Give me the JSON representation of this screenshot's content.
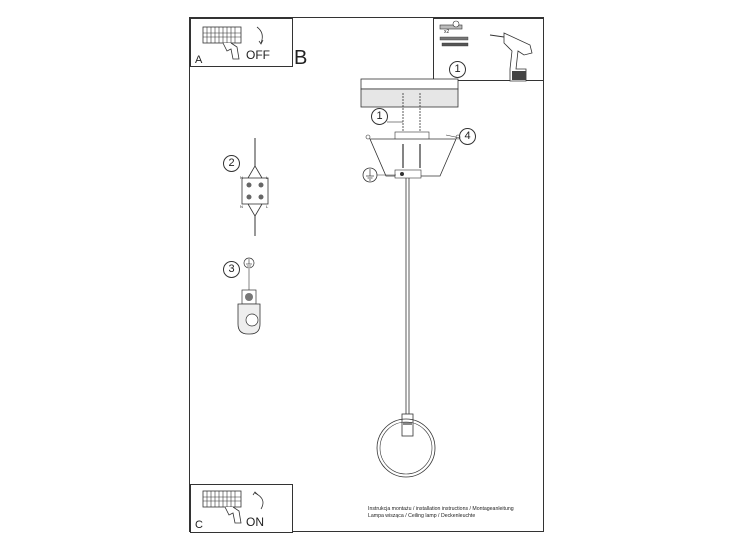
{
  "step_a": {
    "letter": "A",
    "state": "OFF"
  },
  "step_b": {
    "letter": "B"
  },
  "step_c": {
    "letter": "C",
    "state": "ON"
  },
  "tools_box": {
    "step_number": "1",
    "qty_label": "x2"
  },
  "callouts": {
    "screw": "1",
    "wire": "2",
    "ground": "3",
    "cap": "4"
  },
  "terminal": {
    "n_top": "N",
    "l_top": "L",
    "n_bottom": "N",
    "l_bottom": "L"
  },
  "caption": {
    "line1": "Instrukcja montażu / installation instructions / Montageanleitung",
    "line2": "Lampa wisząca / Ceiling lamp / Deckenleuchte"
  }
}
